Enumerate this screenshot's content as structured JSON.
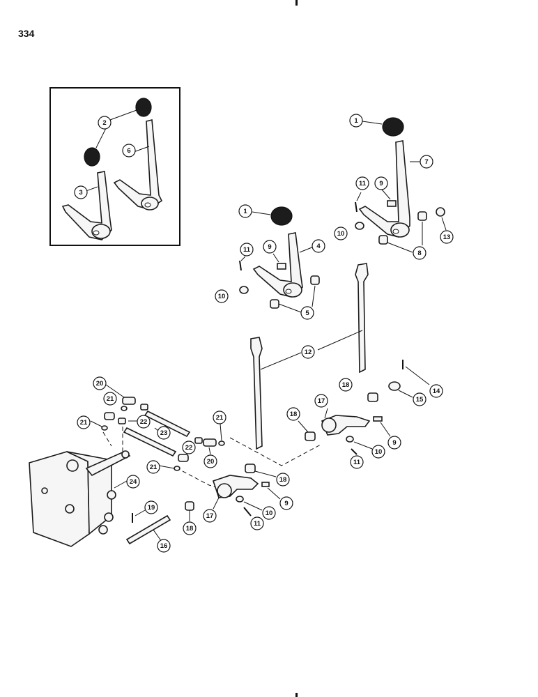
{
  "page_number": "334",
  "callouts": [
    {
      "id": "c1a",
      "label": "1"
    },
    {
      "id": "c1b",
      "label": "1"
    },
    {
      "id": "c2",
      "label": "2"
    },
    {
      "id": "c3",
      "label": "3"
    },
    {
      "id": "c4",
      "label": "4"
    },
    {
      "id": "c5",
      "label": "5"
    },
    {
      "id": "c6",
      "label": "6"
    },
    {
      "id": "c7",
      "label": "7"
    },
    {
      "id": "c8",
      "label": "8"
    },
    {
      "id": "c9a",
      "label": "9"
    },
    {
      "id": "c9b",
      "label": "9"
    },
    {
      "id": "c9c",
      "label": "9"
    },
    {
      "id": "c9d",
      "label": "9"
    },
    {
      "id": "c10a",
      "label": "10"
    },
    {
      "id": "c10b",
      "label": "10"
    },
    {
      "id": "c10c",
      "label": "10"
    },
    {
      "id": "c10d",
      "label": "10"
    },
    {
      "id": "c11a",
      "label": "11"
    },
    {
      "id": "c11b",
      "label": "11"
    },
    {
      "id": "c11c",
      "label": "11"
    },
    {
      "id": "c11d",
      "label": "11"
    },
    {
      "id": "c12",
      "label": "12"
    },
    {
      "id": "c13",
      "label": "13"
    },
    {
      "id": "c14",
      "label": "14"
    },
    {
      "id": "c15",
      "label": "15"
    },
    {
      "id": "c16",
      "label": "16"
    },
    {
      "id": "c17a",
      "label": "17"
    },
    {
      "id": "c17b",
      "label": "17"
    },
    {
      "id": "c18a",
      "label": "18"
    },
    {
      "id": "c18b",
      "label": "18"
    },
    {
      "id": "c18c",
      "label": "18"
    },
    {
      "id": "c18d",
      "label": "18"
    },
    {
      "id": "c19",
      "label": "19"
    },
    {
      "id": "c20a",
      "label": "20"
    },
    {
      "id": "c20b",
      "label": "20"
    },
    {
      "id": "c21a",
      "label": "21"
    },
    {
      "id": "c21b",
      "label": "21"
    },
    {
      "id": "c21c",
      "label": "21"
    },
    {
      "id": "c21d",
      "label": "21"
    },
    {
      "id": "c22a",
      "label": "22"
    },
    {
      "id": "c22b",
      "label": "22"
    },
    {
      "id": "c23",
      "label": "23"
    },
    {
      "id": "c24",
      "label": "24"
    }
  ]
}
